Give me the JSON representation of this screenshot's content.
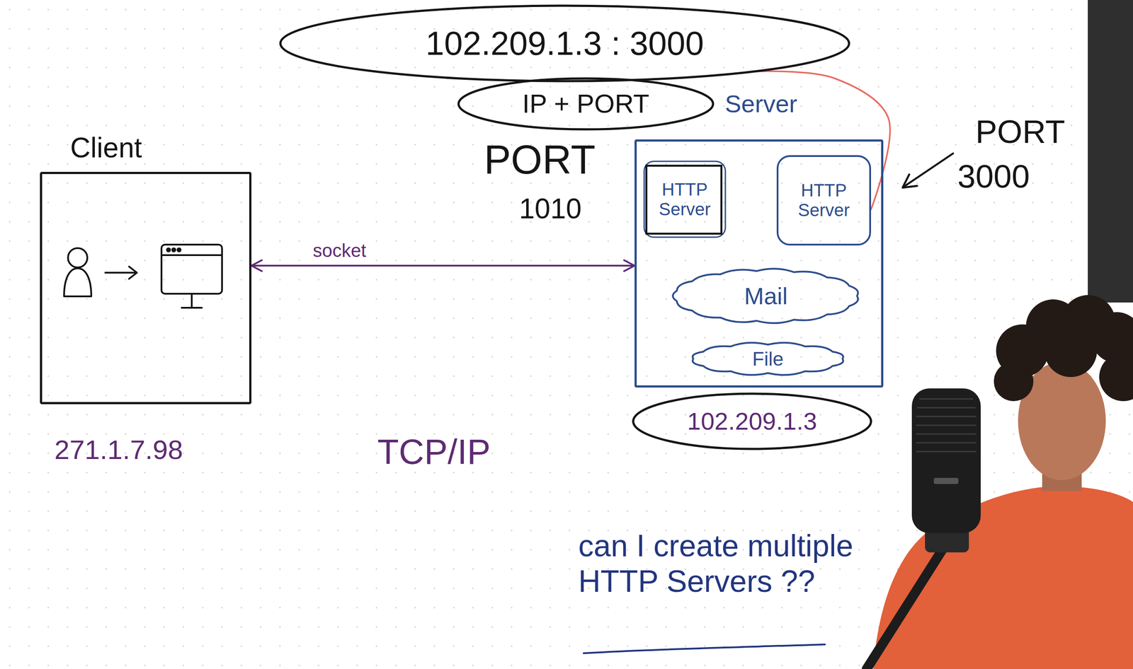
{
  "diagram": {
    "nodes": [
      {
        "text": [
          "102.209.1.3 : 3000"
        ]
      },
      {
        "text": [
          "IP + PORT"
        ]
      },
      {
        "text": [
          "Client"
        ]
      },
      {
        "text": [
          "Server"
        ]
      },
      {
        "text": [
          "HTTP Server"
        ],
        "in": 3
      },
      {
        "text": [
          "HTTP Server"
        ],
        "in": 3
      },
      {
        "text": [
          "Mail"
        ],
        "in": 3
      },
      {
        "text": [
          "File"
        ],
        "in": 3
      },
      {
        "text": [
          "102.209.1.3"
        ]
      }
    ],
    "edges": [
      {
        "from": 2,
        "to": 3,
        "label": "socket",
        "arrow": "both"
      },
      {
        "from": 0,
        "to": 5,
        "arrow": "none"
      }
    ],
    "labels": [
      "PORT",
      "1010",
      "PORT",
      "3000",
      "271.1.7.98",
      "TCP/IP",
      "can I create multiple HTTP Servers ??"
    ]
  }
}
